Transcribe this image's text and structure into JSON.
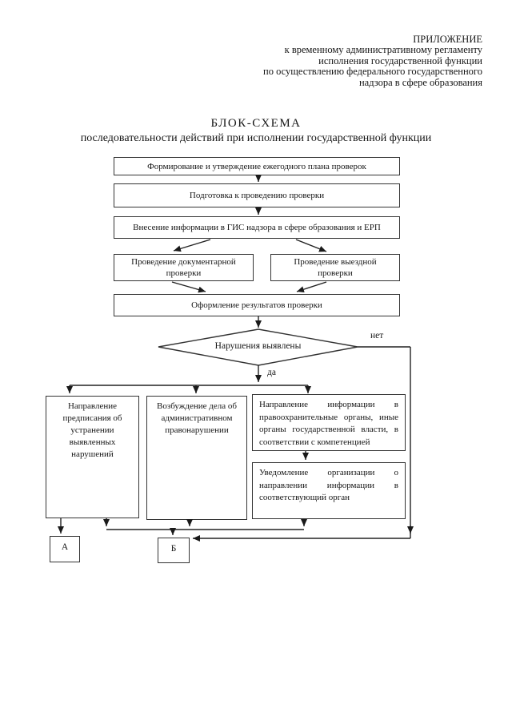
{
  "document": {
    "header": {
      "lines": [
        "ПРИЛОЖЕНИЕ",
        "к временному административному регламенту",
        "исполнения государственной функции",
        "по осуществлению федерального государственного",
        "надзора в сфере образования"
      ]
    },
    "title": {
      "line1": "БЛОК-СХЕМА",
      "line2": "последовательности действий при исполнении государственной функции"
    }
  },
  "flowchart": {
    "nodes": {
      "plan": "Формирование и утверждение ежегодного плана проверок",
      "preparation": "Подготовка к проведению проверки",
      "gis_entry": "Внесение информации в ГИС надзора в сфере образования и ЕРП",
      "documentary_check": "Проведение документарной проверки",
      "field_check": "Проведение выездной проверки",
      "results": "Оформление результатов проверки",
      "decision": "Нарушения выявлены",
      "order": "Направление предписания об устранении выявленных нарушений",
      "admin_case": "Возбуждение дела об административном правонарушении",
      "info_transfer": "Направление информации в правоохранительные органы, иные органы государственной власти, в соответствии с компетенцией",
      "notification": "Уведомление организации о направлении информации в соответствующий орган",
      "connector_a": "А",
      "connector_b": "Б"
    },
    "edge_labels": {
      "yes": "да",
      "no": "нет"
    }
  }
}
